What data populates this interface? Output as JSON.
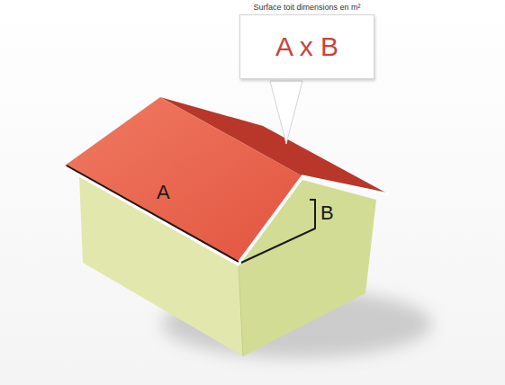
{
  "diagram": {
    "nodes": [
      {
        "text": [
          "Surface toit dimensions en m²",
          "A x B"
        ]
      }
    ],
    "labels": [
      "A",
      "B"
    ]
  }
}
